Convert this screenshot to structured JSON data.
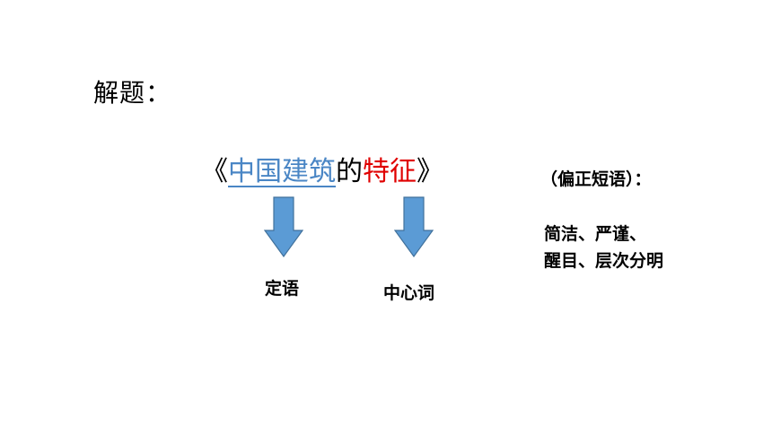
{
  "slide": {
    "heading": "解题：",
    "title": {
      "open_bracket": "《",
      "modifier": "中国建筑",
      "particle": "的",
      "head_word": "特征",
      "close_bracket": "》"
    },
    "left_label": "定语",
    "right_label": "中心词",
    "note": {
      "title": "（偏正短语）：",
      "line1": "简洁、严谨、",
      "line2": "醒目、层次分明"
    }
  },
  "colors": {
    "modifier": "#4a86c5",
    "head_word": "#e00000",
    "arrow_fill": "#5b9bd5",
    "arrow_stroke": "#41719c"
  },
  "icons": {
    "left_arrow": "down-arrow-icon",
    "right_arrow": "down-arrow-icon"
  }
}
